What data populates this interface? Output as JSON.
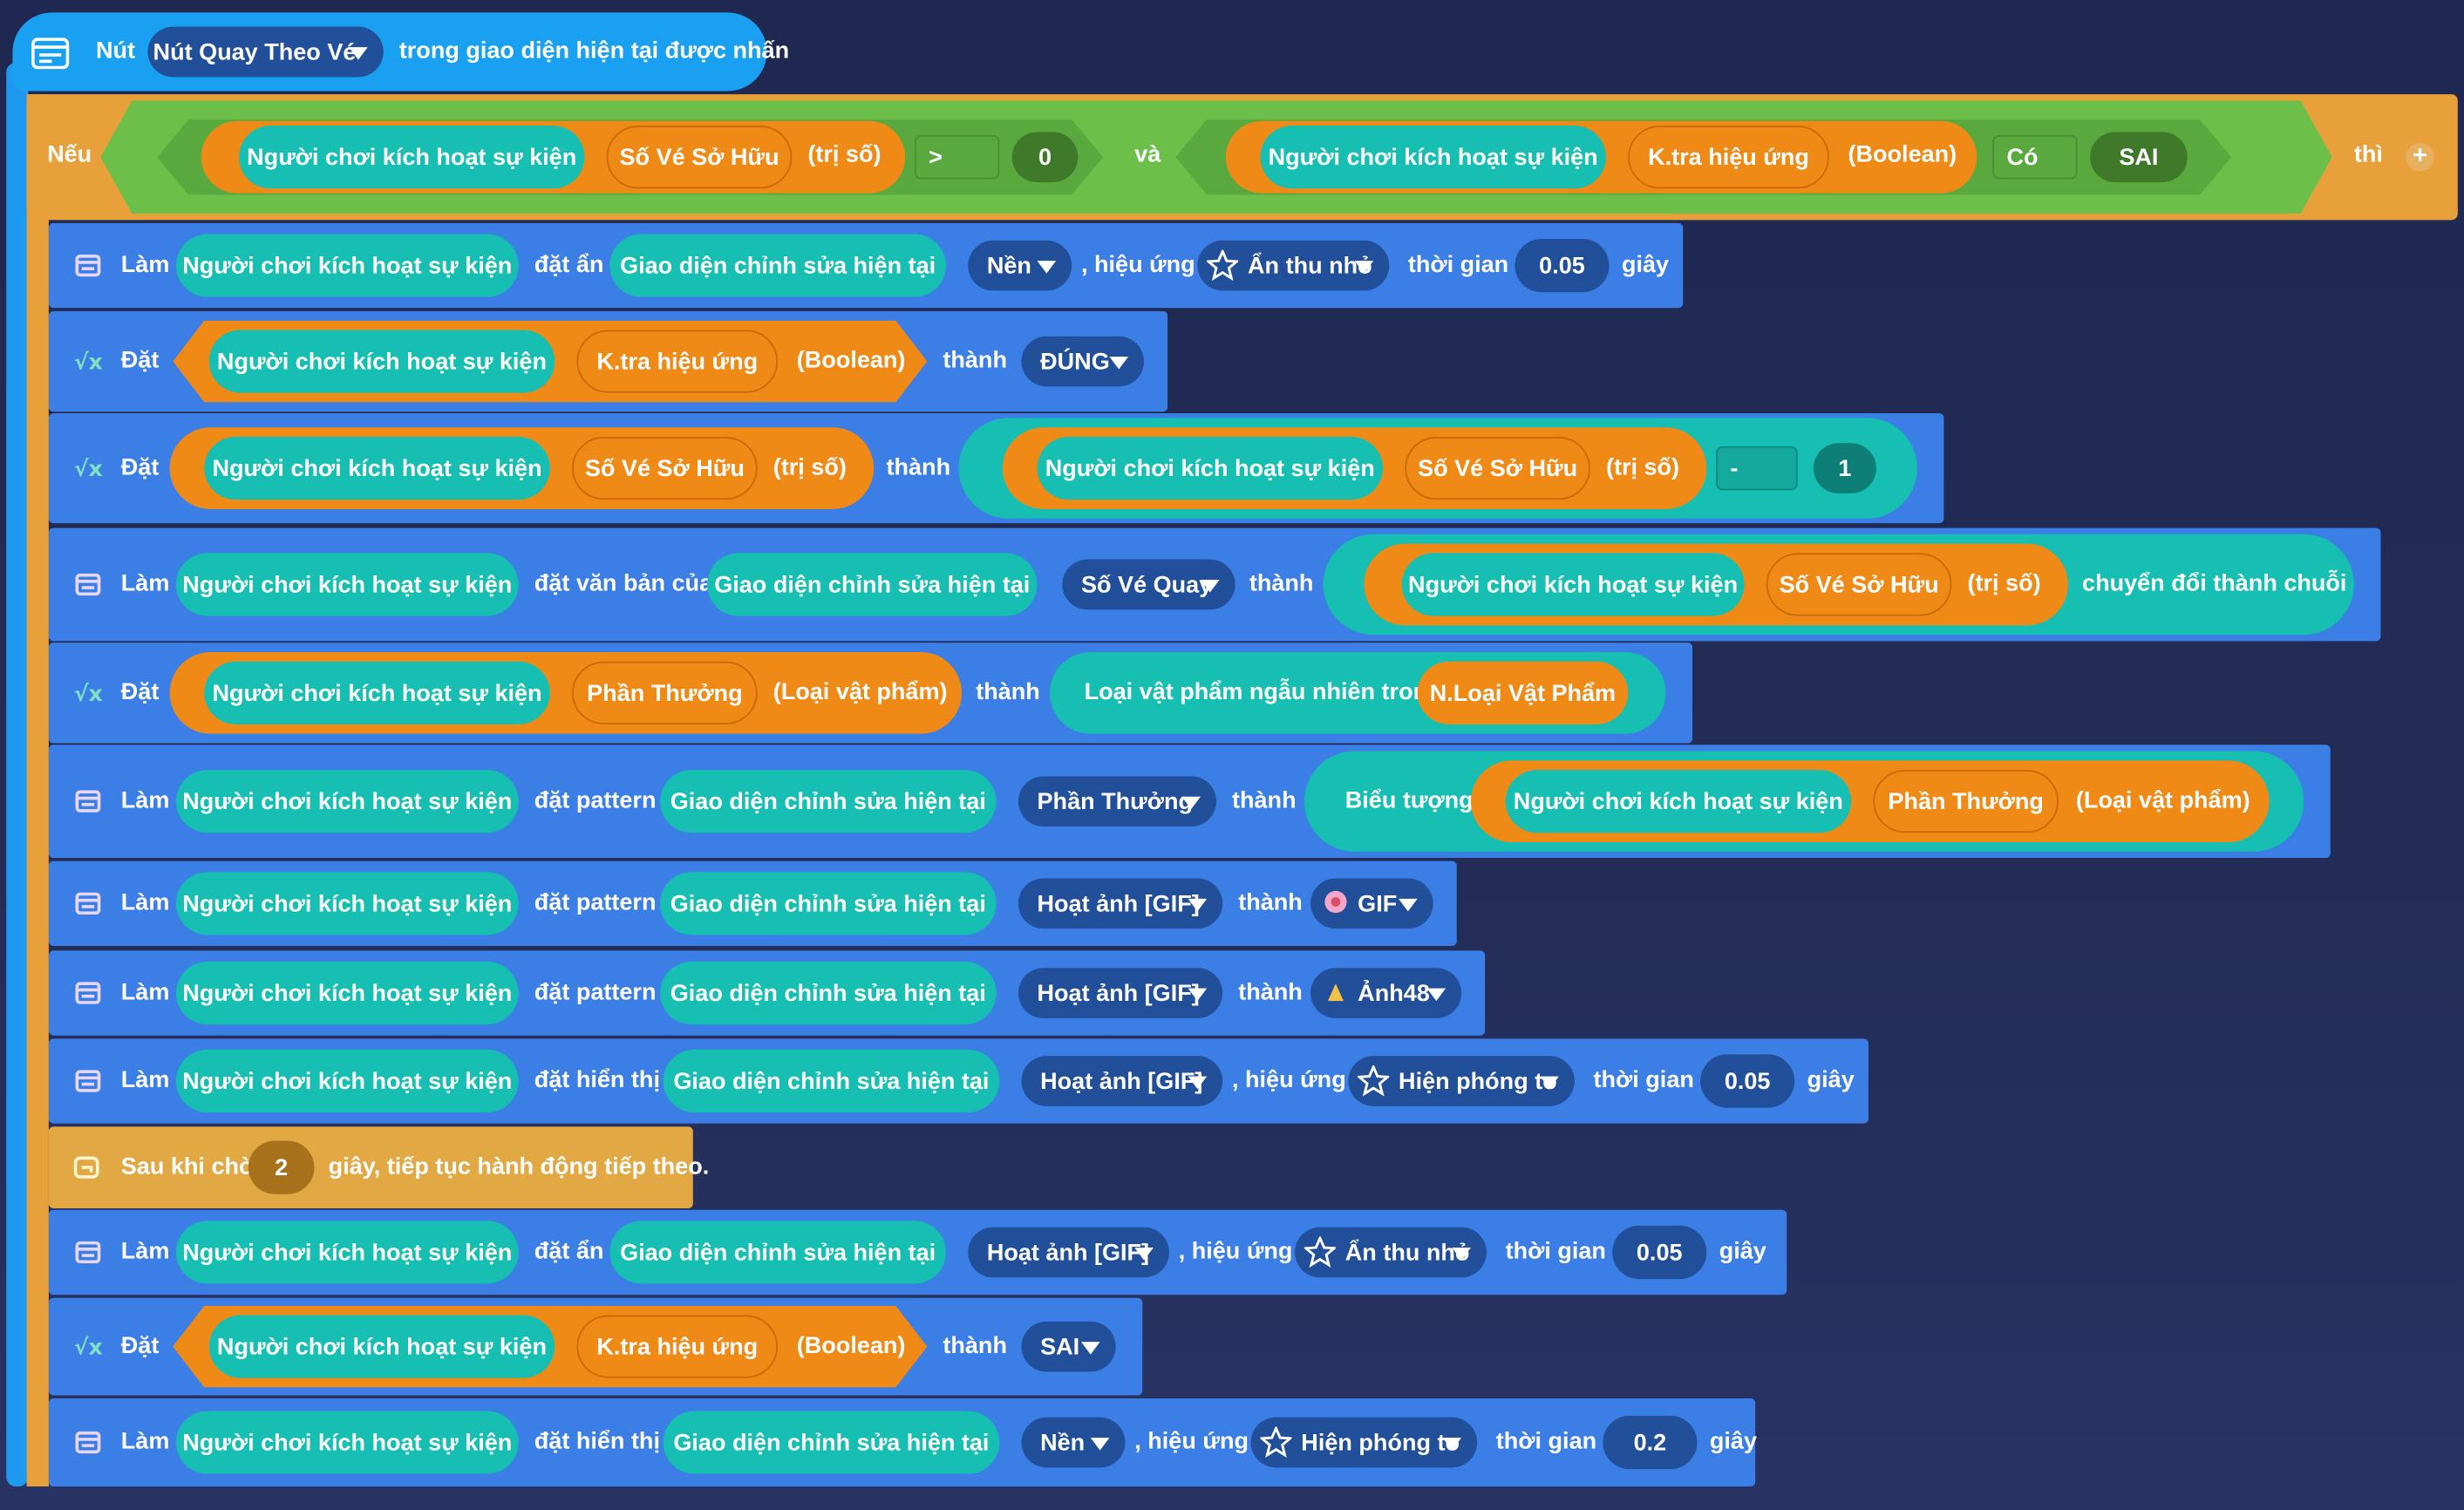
{
  "event": {
    "prefix": "Nút",
    "button_name": "Nút Quay Theo Vé",
    "suffix": "trong giao diện hiện tại được nhấn"
  },
  "if_block": {
    "if_label": "Nếu",
    "then_label": "thì",
    "and_label": "và",
    "left_cond": {
      "player": "Người chơi kích hoạt sự kiện",
      "attr": "Số Vé Sở Hữu",
      "type": "(trị số)",
      "op": ">",
      "value": "0"
    },
    "right_cond": {
      "player": "Người chơi kích hoạt sự kiện",
      "attr": "K.tra hiệu ứng",
      "type": "(Boolean)",
      "op": "Có",
      "value": "SAI"
    }
  },
  "rows": [
    {
      "kind": "lam",
      "verb": "Làm",
      "player": "Người chơi kích hoạt sự kiện",
      "action": "đặt ẩn",
      "target": "Giao diện chỉnh sửa hiện tại",
      "element": "Nền",
      "effect_label": ", hiệu ứng",
      "effect": "Ẩn thu nhỏ",
      "time_label": "thời gian",
      "time": "0.05",
      "unit": "giây"
    },
    {
      "kind": "dat",
      "verb": "Đặt",
      "player": "Người chơi kích hoạt sự kiện",
      "attr": "K.tra hiệu ứng",
      "type": "(Boolean)",
      "to_label": "thành",
      "value": "ĐÚNG"
    },
    {
      "kind": "dat2",
      "verb": "Đặt",
      "player": "Người chơi kích hoạt sự kiện",
      "attr": "Số Vé Sở Hữu",
      "type": "(trị số)",
      "to_label": "thành",
      "player2": "Người chơi kích hoạt sự kiện",
      "attr2": "Số Vé Sở Hữu",
      "type2": "(trị số)",
      "op": "-",
      "value": "1"
    },
    {
      "kind": "lamtext",
      "verb": "Làm",
      "player": "Người chơi kích hoạt sự kiện",
      "action": "đặt văn bản của",
      "target": "Giao diện chỉnh sửa hiện tại",
      "element": "Số Vé Quay",
      "to_label": "thành",
      "player2": "Người chơi kích hoạt sự kiện",
      "attr2": "Số Vé Sở Hữu",
      "type2": "(trị số)",
      "convert": "chuyển đổi thành chuỗi"
    },
    {
      "kind": "dat3",
      "verb": "Đặt",
      "player": "Người chơi kích hoạt sự kiện",
      "attr": "Phần Thưởng",
      "type": "(Loại vật phẩm)",
      "to_label": "thành",
      "random_label": "Loại vật phẩm ngẫu nhiên trong",
      "list": "N.Loại Vật Phẩm"
    },
    {
      "kind": "lampattern",
      "verb": "Làm",
      "player": "Người chơi kích hoạt sự kiện",
      "action": "đặt pattern",
      "target": "Giao diện chỉnh sửa hiện tại",
      "element": "Phần Thưởng",
      "to_label": "thành",
      "icon_label": "Biểu tượng",
      "player2": "Người chơi kích hoạt sự kiện",
      "attr2": "Phần Thưởng",
      "type2": "(Loại vật phẩm)"
    },
    {
      "kind": "lamgif",
      "verb": "Làm",
      "player": "Người chơi kích hoạt sự kiện",
      "action": "đặt pattern",
      "target": "Giao diện chỉnh sửa hiện tại",
      "element": "Hoạt ảnh [GIF]",
      "to_label": "thành",
      "value": "GIF"
    },
    {
      "kind": "lamgif",
      "verb": "Làm",
      "player": "Người chơi kích hoạt sự kiện",
      "action": "đặt pattern",
      "target": "Giao diện chỉnh sửa hiện tại",
      "element": "Hoạt ảnh [GIF]",
      "to_label": "thành",
      "value": "Ảnh48"
    },
    {
      "kind": "lam",
      "verb": "Làm",
      "player": "Người chơi kích hoạt sự kiện",
      "action": "đặt hiển thị",
      "target": "Giao diện chỉnh sửa hiện tại",
      "element": "Hoạt ảnh [GIF]",
      "effect_label": ", hiệu ứng",
      "effect": "Hiện phóng to",
      "time_label": "thời gian",
      "time": "0.05",
      "unit": "giây"
    },
    {
      "kind": "wait",
      "text1": "Sau khi chờ",
      "value": "2",
      "text2": "giây, tiếp tục hành động tiếp theo."
    },
    {
      "kind": "lam",
      "verb": "Làm",
      "player": "Người chơi kích hoạt sự kiện",
      "action": "đặt ẩn",
      "target": "Giao diện chỉnh sửa hiện tại",
      "element": "Hoạt ảnh [GIF]",
      "effect_label": ", hiệu ứng",
      "effect": "Ẩn thu nhỏ",
      "time_label": "thời gian",
      "time": "0.05",
      "unit": "giây"
    },
    {
      "kind": "dat",
      "verb": "Đặt",
      "player": "Người chơi kích hoạt sự kiện",
      "attr": "K.tra hiệu ứng",
      "type": "(Boolean)",
      "to_label": "thành",
      "value": "SAI"
    },
    {
      "kind": "lam",
      "verb": "Làm",
      "player": "Người chơi kích hoạt sự kiện",
      "action": "đặt hiển thị",
      "target": "Giao diện chỉnh sửa hiện tại",
      "element": "Nền",
      "effect_label": ", hiệu ứng",
      "effect": "Hiện phóng to",
      "time_label": "thời gian",
      "time": "0.2",
      "unit": "giây"
    }
  ],
  "colors": {
    "event": "#1aa0f0",
    "if": "#e8a13a",
    "condition": "#6cc04a",
    "statement": "#3b7fe6",
    "player": "#16bfb2",
    "attribute": "#f08a16",
    "dropdown": "#224f9a",
    "wait": "#e2a843"
  }
}
